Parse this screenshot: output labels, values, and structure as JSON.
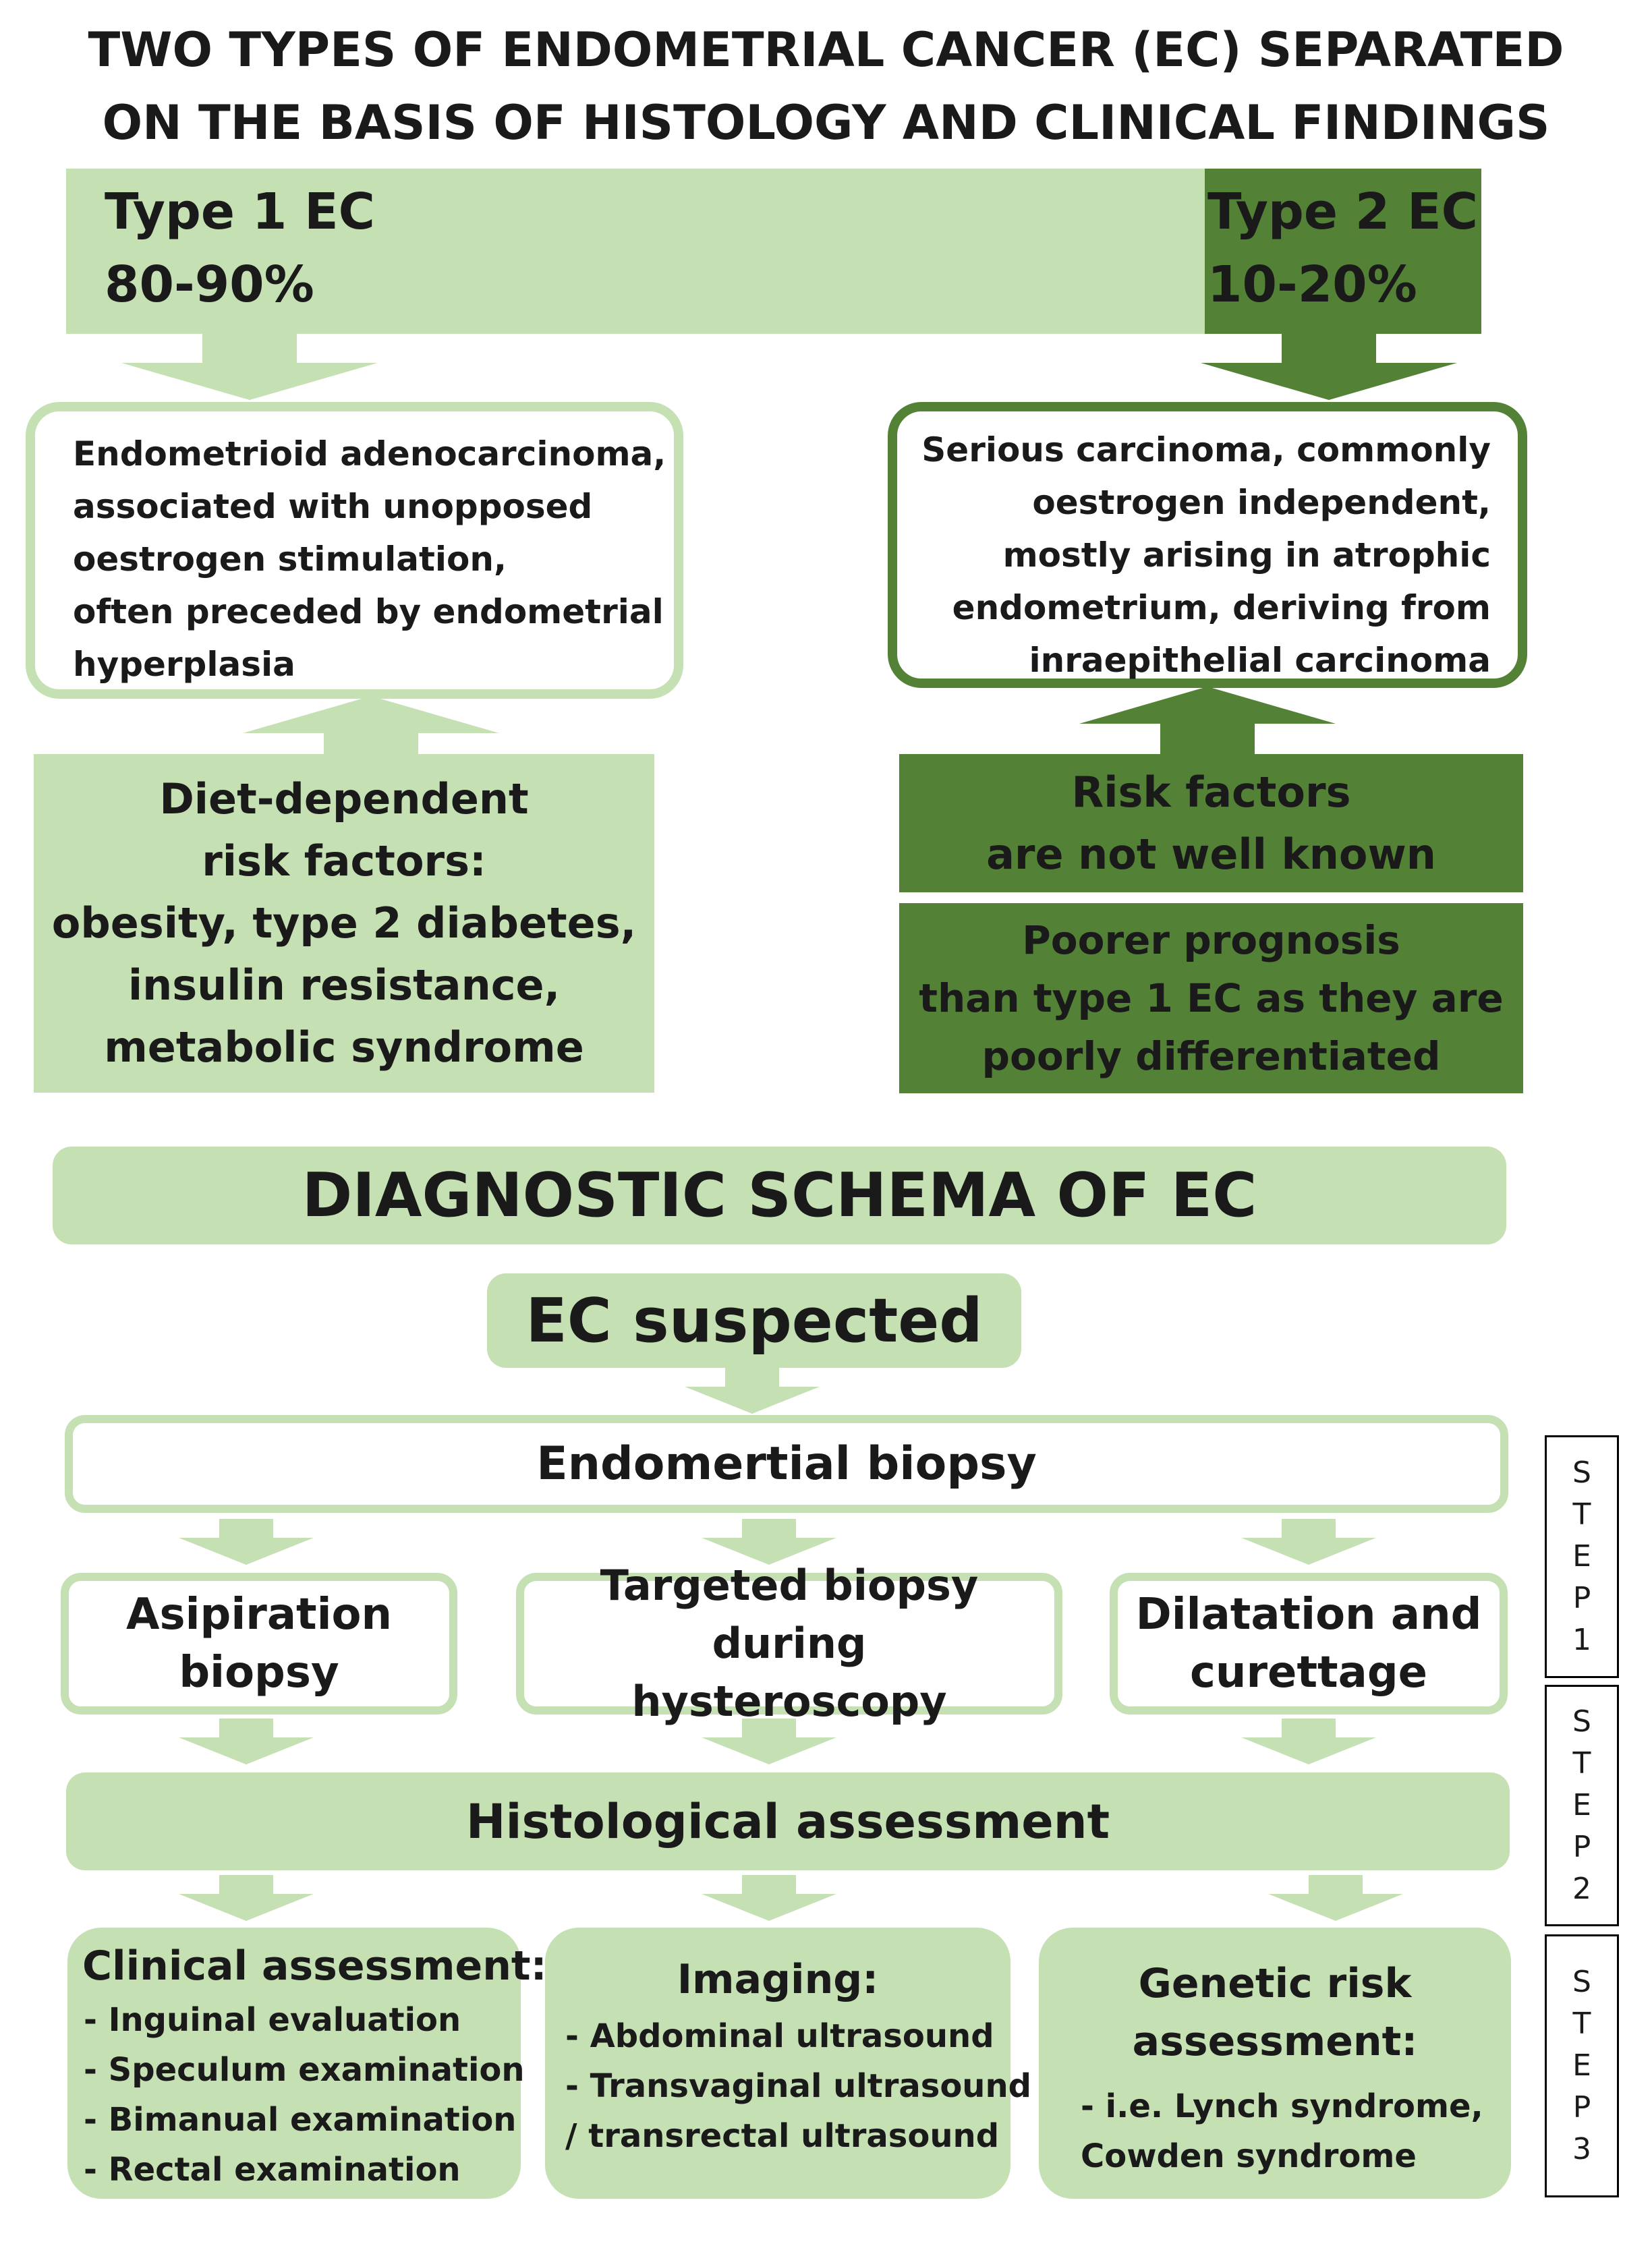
{
  "title": "TWO TYPES OF ENDOMETRIAL CANCER (EC) SEPARATED\nON THE BASIS OF HISTOLOGY AND CLINICAL FINDINGS",
  "type1": {
    "label": "Type 1 EC\n80-90%"
  },
  "type2": {
    "label": "Type 2 EC\n10-20%"
  },
  "type1_desc": "Endometrioid adenocarcinoma,\nassociated with unopposed\noestrogen stimulation,\noften preceded by endometrial\nhyperplasia",
  "type2_desc": "Serious carcinoma, commonly\noestrogen independent,\nmostly arising in atrophic\nendometrium, deriving from\ninraepithelial carcinoma",
  "type1_risk": "Diet-dependent\nrisk factors:\nobesity, type 2 diabetes,\ninsulin resistance,\nmetabolic syndrome",
  "type2_risk": "Risk factors\nare not well known",
  "type2_prognosis": "Poorer prognosis\nthan type 1 EC as they are\npoorly differentiated",
  "schema_title": "DIAGNOSTIC SCHEMA OF EC",
  "suspected": "EC suspected",
  "biopsy": "Endomertial biopsy",
  "biopsy_options": [
    "Asipiration\nbiopsy",
    "Targeted biopsy during\nhysteroscopy",
    "Dilatation and\ncurettage"
  ],
  "histology": "Histological assessment",
  "clinical": {
    "heading": "Clinical assessment:",
    "items": "- Inguinal evaluation\n- Speculum examination\n- Bimanual examination\n- Rectal examination"
  },
  "imaging": {
    "heading": "Imaging:",
    "items": "- Abdominal ultrasound\n- Transvaginal ultrasound\n/ transrectal ultrasound"
  },
  "genetic": {
    "heading": "Genetic risk\nassessment:",
    "items": "- i.e. Lynch syndrome,\nCowden syndrome"
  },
  "steps": [
    [
      "S",
      "T",
      "E",
      "P",
      "1"
    ],
    [
      "S",
      "T",
      "E",
      "P",
      "2"
    ],
    [
      "S",
      "T",
      "E",
      "P",
      "3"
    ]
  ],
  "colors": {
    "light_green": "#c5e0b3",
    "dark_green": "#538135",
    "white": "#ffffff"
  }
}
